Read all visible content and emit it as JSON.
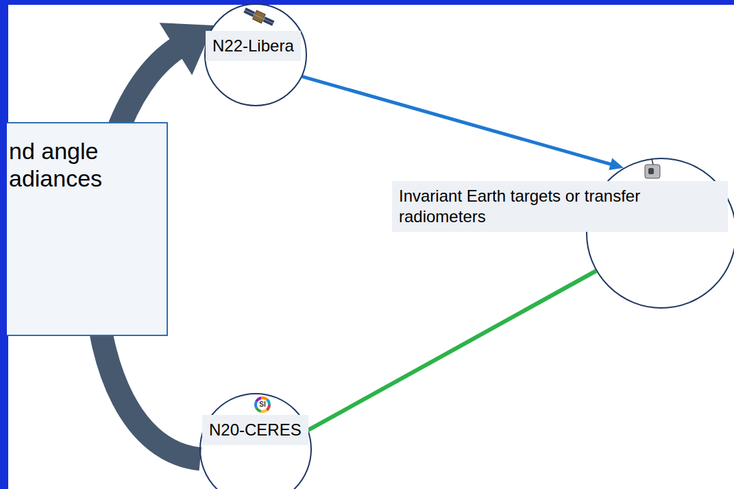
{
  "diagram": {
    "nodes": [
      {
        "text": [
          "nd angle adiances"
        ]
      },
      {
        "text": [
          "N22-Libera"
        ]
      },
      {
        "text": [
          "Invariant Earth targets or transfer radiometers"
        ]
      },
      {
        "text": [
          "N20-CERES"
        ]
      }
    ],
    "edges": [
      {
        "from": 3,
        "to": 1,
        "arrow": "to"
      },
      {
        "from": 1,
        "to": 2,
        "arrow": "to"
      },
      {
        "from": 3,
        "to": 2,
        "arrow": "none"
      }
    ],
    "labels": [
      "SI"
    ]
  }
}
